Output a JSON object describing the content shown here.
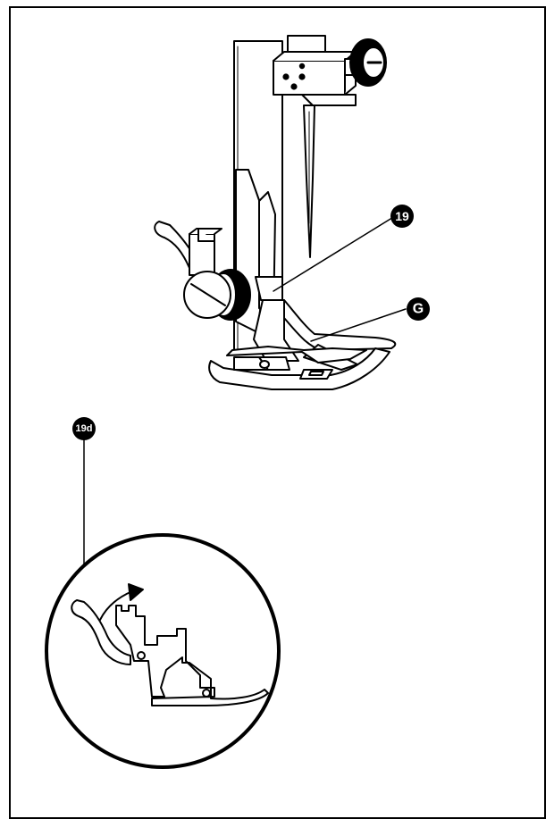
{
  "callouts": {
    "part_19": "19",
    "part_g": "G",
    "part_19d": "19d"
  },
  "colors": {
    "ink": "#000000",
    "paper": "#ffffff"
  }
}
